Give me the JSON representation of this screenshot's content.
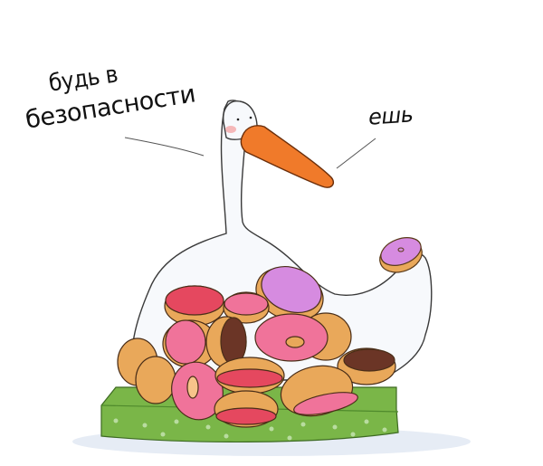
{
  "illustration": {
    "subject": "goose with orange beak holding a donut behind a pile of donuts on a green tray",
    "captions": {
      "left_line1": "будь в",
      "left_line2": "безопасности",
      "right": "ешь"
    },
    "colors": {
      "background": "#ffffff",
      "goose_body": "#f7f9fc",
      "goose_outline": "#3a3a3a",
      "beak": "#f07a2a",
      "beak_outline": "#6b2e0a",
      "cheek": "#f4a7a7",
      "tray_green": "#7ab648",
      "tray_dark": "#5f9a36",
      "tray_dots": "#b9dca0",
      "dough": "#e9a85a",
      "icing_pink": "#f0739a",
      "icing_red": "#e5485f",
      "icing_lilac": "#d68be0",
      "icing_chocolate": "#6b3526",
      "shadow": "#e6ecf5"
    }
  }
}
